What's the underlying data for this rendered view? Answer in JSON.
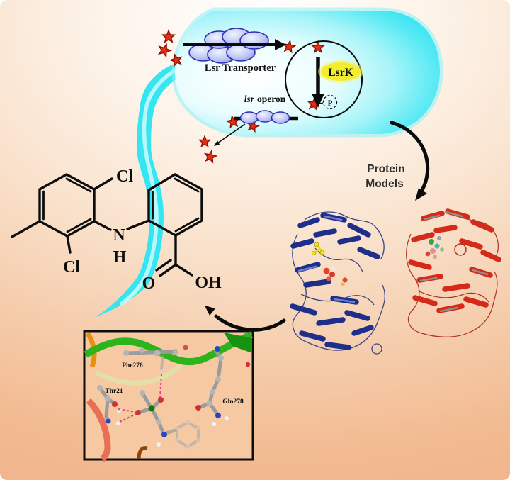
{
  "figure": {
    "cell": {
      "transporter_label": "Lsr Transporter",
      "kinase_label": "LsrK",
      "operon_gene_label": "lsr",
      "operon_word_label": "operon",
      "phosphate_label": "P"
    },
    "protein_models_caption": {
      "line1": "Protein",
      "line2": "Models"
    },
    "molecule_labels": {
      "chlorine_top": "Cl",
      "chlorine_bottom": "Cl",
      "nitrogen": "N",
      "nh_hydrogen": "H",
      "carbonyl_oxygen": "O",
      "hydroxyl": "OH"
    },
    "binding_site_labels": {
      "phe": "Phe276",
      "thr": "Thr21",
      "gln": "Gln278"
    },
    "colors": {
      "background_edge": "#f2b88e",
      "cell_cyan": "#2ee4f2",
      "star_red": "#e52d12",
      "lsrk_yellow": "#f2ee2f",
      "transporter_blue": "#8d98ea",
      "protein_blue": "#1e2f8a",
      "protein_red": "#d42a1a",
      "ribbon_green": "#2db31c",
      "hbond_pink": "#f23088"
    }
  }
}
